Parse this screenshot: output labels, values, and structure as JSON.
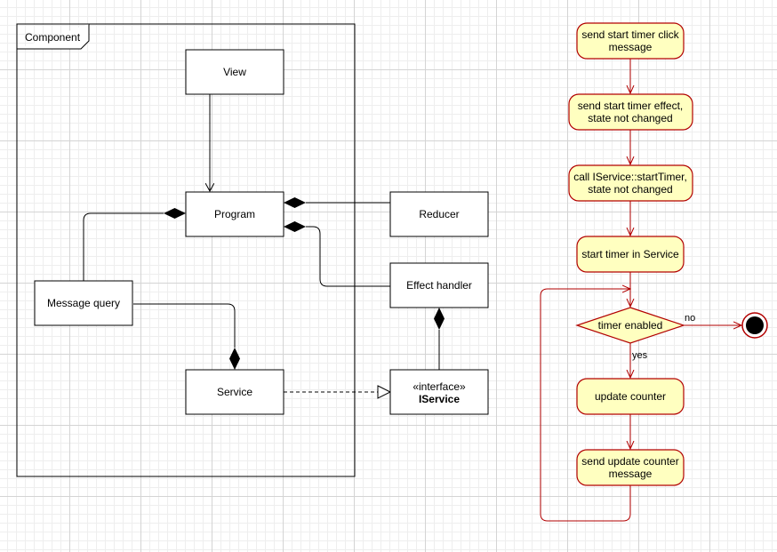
{
  "colors": {
    "uml_stroke": "#000000",
    "activity_fill": "#ffffc0",
    "activity_stroke": "#b20000"
  },
  "component": {
    "frame_label": "Component",
    "view": "View",
    "program": "Program",
    "reducer": "Reducer",
    "effect_handler": "Effect handler",
    "message_query": "Message query",
    "service": "Service",
    "iservice_stereotype": "«interface»",
    "iservice_name": "IService"
  },
  "activity": {
    "step1_l1": "send start timer click",
    "step1_l2": "message",
    "step2_l1": "send start timer effect,",
    "step2_l2": "state not changed",
    "step3_l1": "call IService::startTimer,",
    "step3_l2": "state not changed",
    "step4": "start timer in Service",
    "decision": "timer enabled",
    "label_no": "no",
    "label_yes": "yes",
    "step5": "update counter",
    "step6_l1": "send update counter",
    "step6_l2": "message"
  }
}
